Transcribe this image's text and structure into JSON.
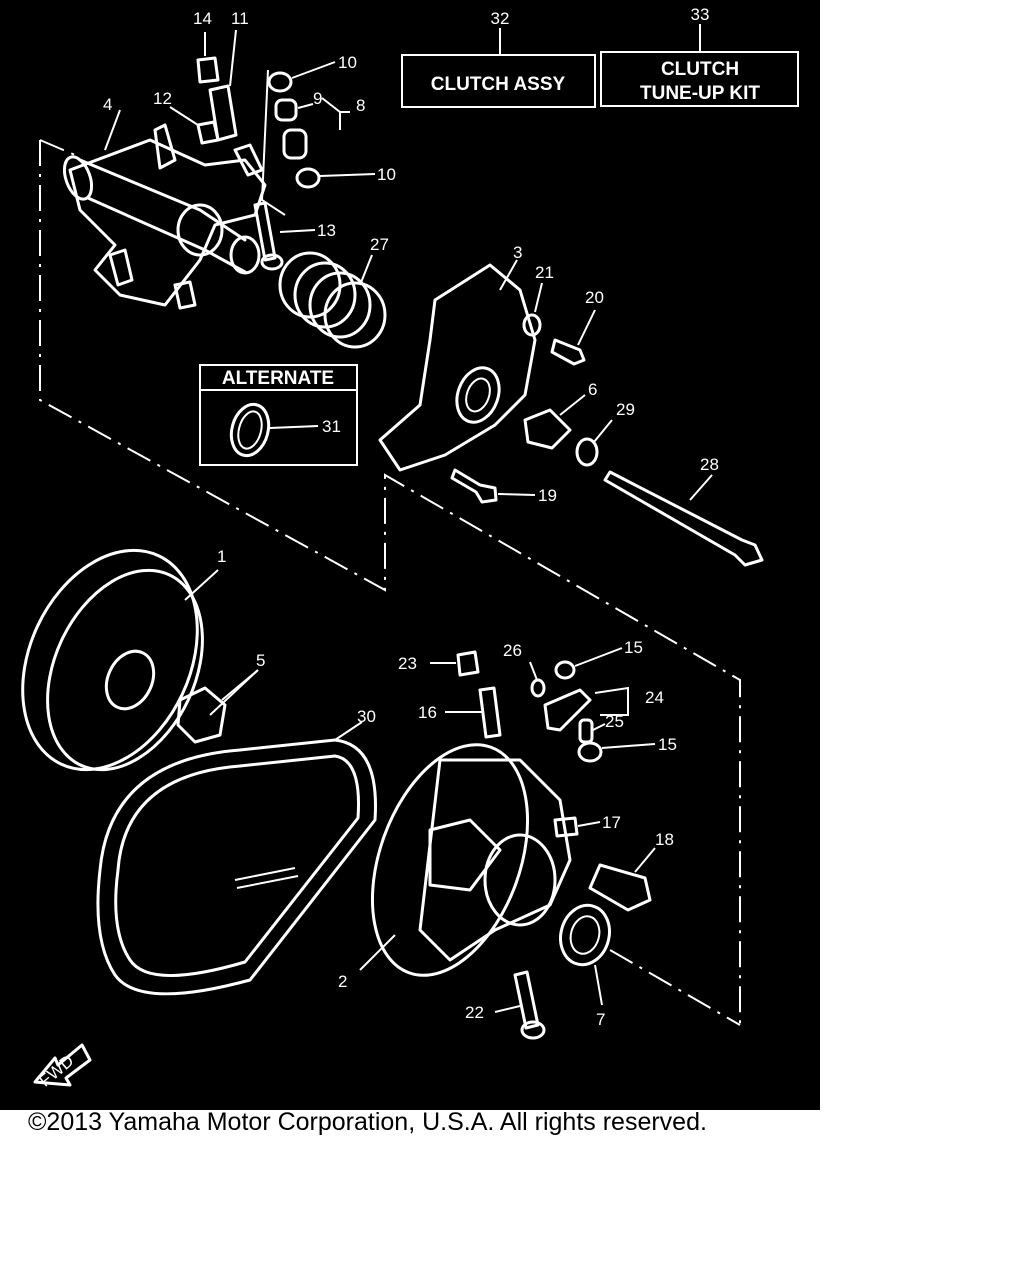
{
  "boxes": {
    "clutch_assy": {
      "number": "32",
      "label": "CLUTCH ASSY"
    },
    "tune_up": {
      "number": "33",
      "line1": "CLUTCH",
      "line2": "TUNE-UP KIT"
    },
    "alternate": {
      "label": "ALTERNATE",
      "part": "31"
    }
  },
  "callouts": [
    "1",
    "2",
    "3",
    "4",
    "5",
    "6",
    "7",
    "8",
    "9",
    "10",
    "10",
    "11",
    "12",
    "13",
    "14",
    "15",
    "15",
    "16",
    "17",
    "18",
    "19",
    "20",
    "21",
    "22",
    "23",
    "24",
    "25",
    "26",
    "27",
    "28",
    "29",
    "30"
  ],
  "direction_arrow": "FWD",
  "copyright": "©2013 Yamaha Motor Corporation, U.S.A. All rights reserved."
}
